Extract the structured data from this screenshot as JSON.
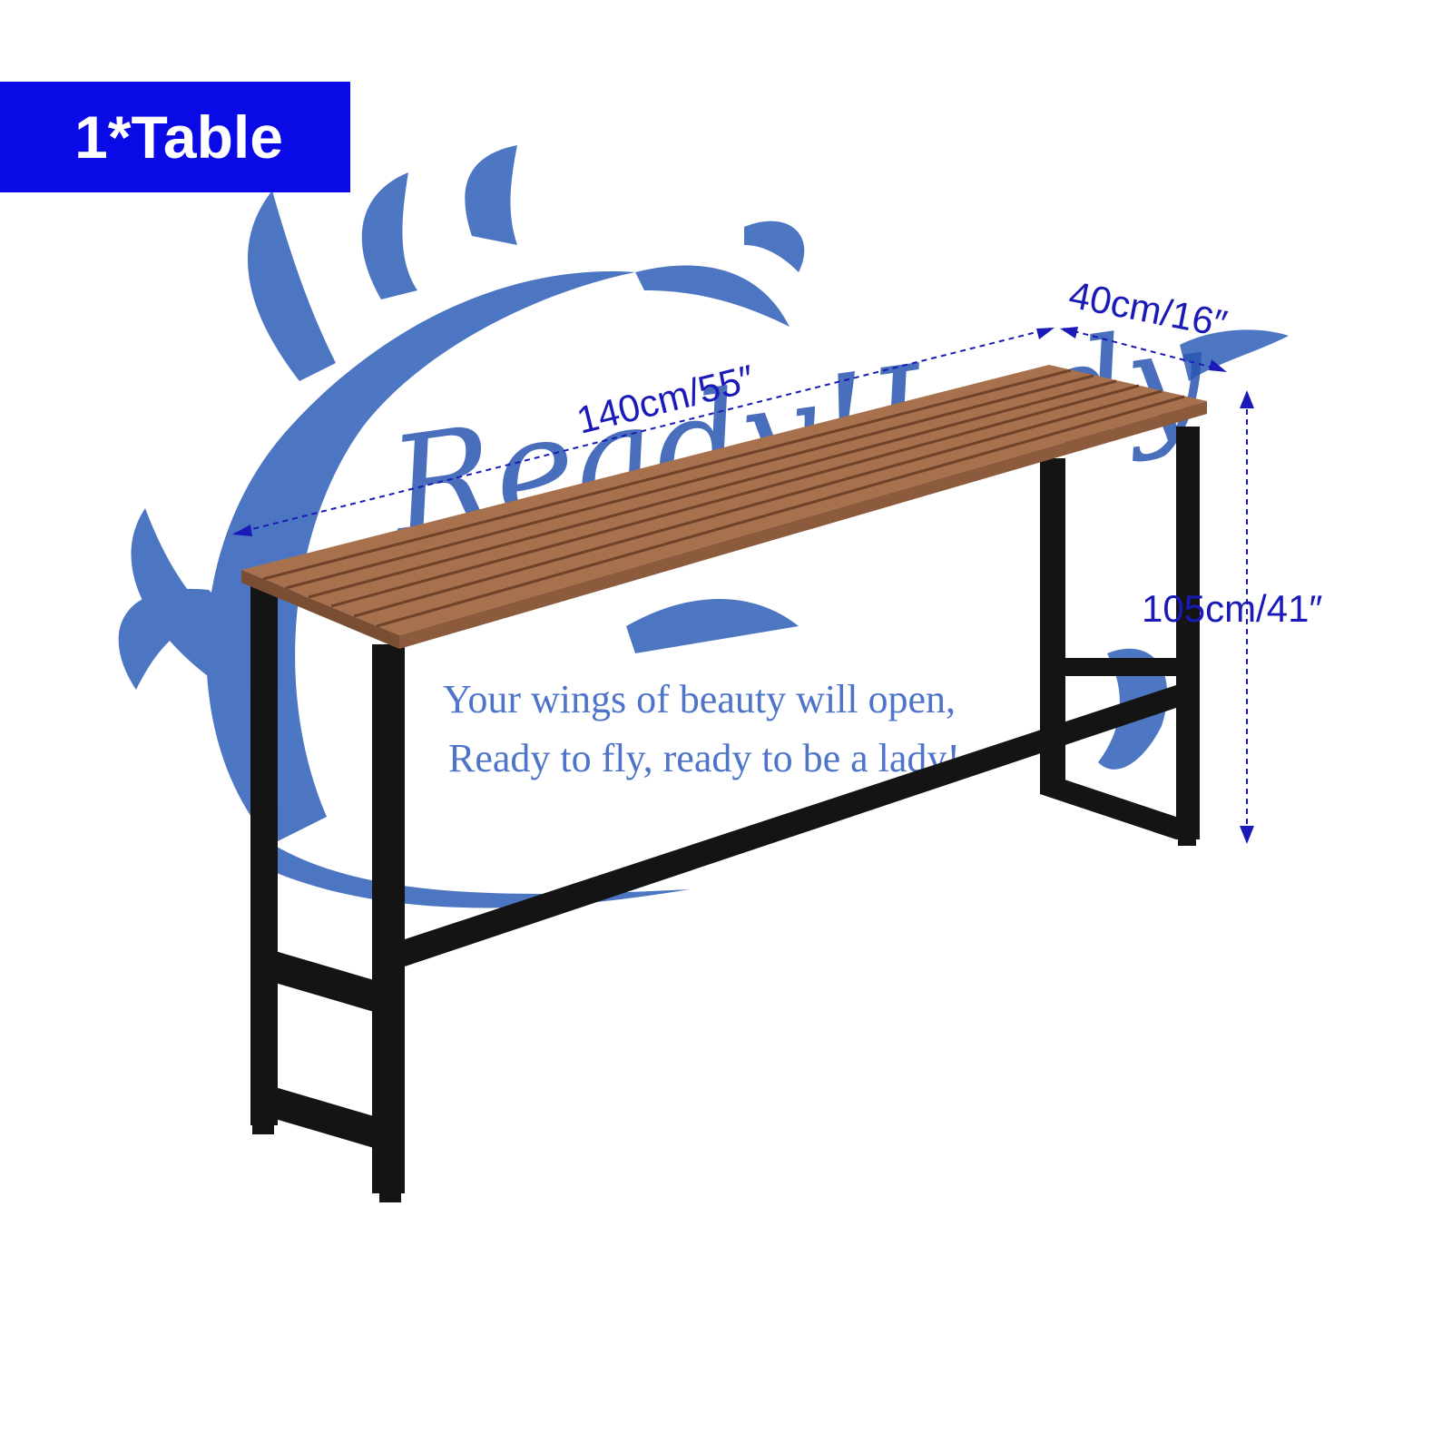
{
  "badge": {
    "label": "1*Table"
  },
  "dimensions": {
    "length": "140cm/55″",
    "depth": "40cm/16″",
    "height": "105cm/41″"
  },
  "watermark": {
    "brand": "Ready!Lady",
    "tagline_line1": "Your wings of beauty will open,",
    "tagline_line2": "Ready to fly, ready to be a lady!"
  },
  "colors": {
    "badge_bg": "#0a0ae6",
    "dimension_text": "#1a1ab8",
    "watermark_blue": "#2a55b0",
    "tabletop_wood": "#a8714d",
    "frame_black": "#141414"
  }
}
